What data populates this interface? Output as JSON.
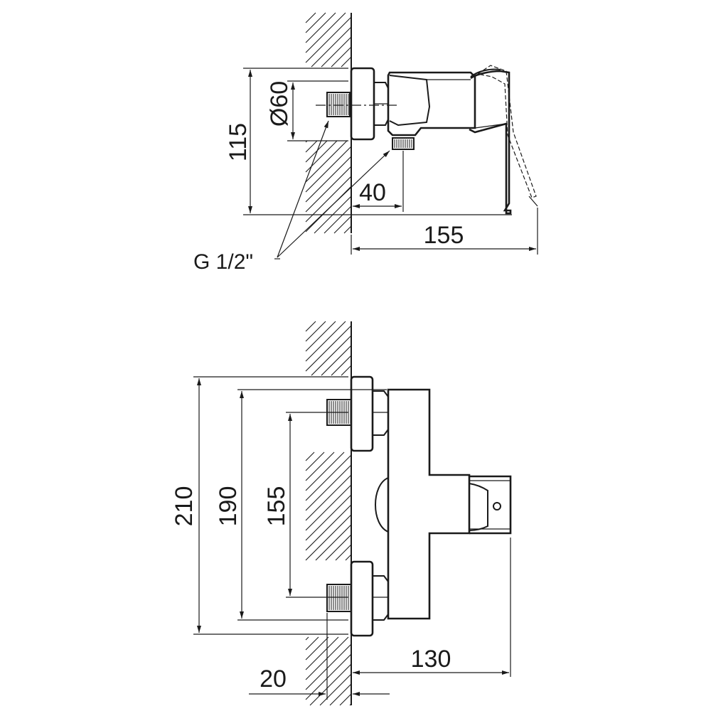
{
  "top_view": {
    "dimensions": {
      "height_115": "115",
      "diameter_60": "Ø60",
      "depth_40": "40",
      "length_155": "155"
    },
    "thread_label": "G 1/2\""
  },
  "front_view": {
    "dimensions": {
      "height_210": "210",
      "height_190": "190",
      "center_155": "155",
      "offset_20": "20",
      "depth_130": "130"
    }
  }
}
